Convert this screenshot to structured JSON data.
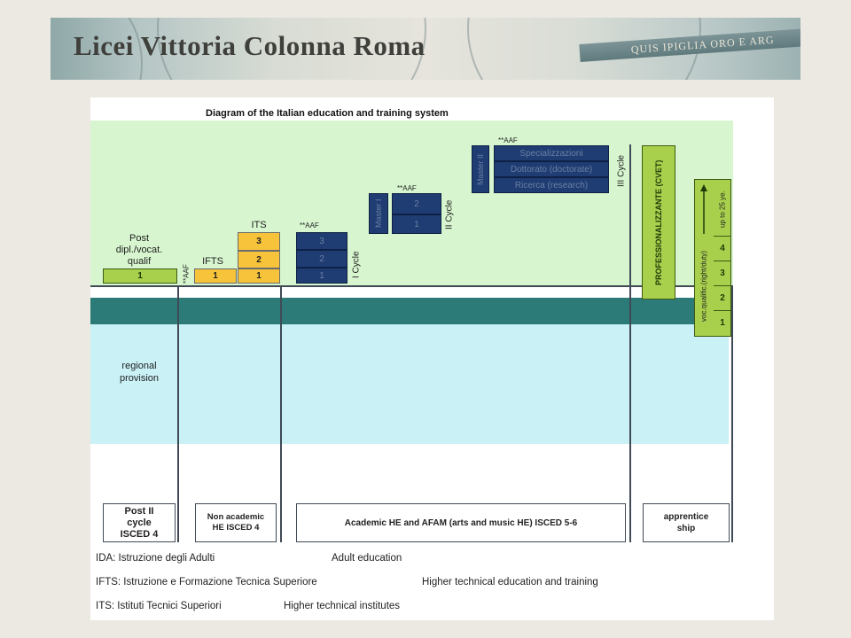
{
  "banner": {
    "title": "Licei Vittoria Colonna  Roma",
    "motto": "QUIS IPIGLIA ORO E ARG"
  },
  "diagram": {
    "title": "Diagram of the Italian education and training system",
    "post_dipl": {
      "label": "Post\ndipl./vocat.\nqualif",
      "level": "1"
    },
    "aaf_small": "**AAF",
    "ifts": {
      "label": "IFTS",
      "level": "1"
    },
    "its": {
      "label": "ITS",
      "levels": [
        "3",
        "2",
        "1"
      ]
    },
    "first_cycle": {
      "aaf": "**AAF",
      "levels": [
        "3",
        "2",
        "1"
      ],
      "label": "I Cycle"
    },
    "second_cycle": {
      "aaf": "**AAF",
      "master": "Master I",
      "levels": [
        "2",
        "1"
      ],
      "label": "II Cycle"
    },
    "third_cycle": {
      "aaf": "**AAF",
      "master": "Master II",
      "rows": [
        "Specializzazioni",
        "Dottorato (doctorate)",
        "Ricerca (research)"
      ],
      "label": "III Cycle"
    },
    "vocational": {
      "label": "PROFESSIONALIZZANTE (CVET)"
    },
    "right_duty": {
      "arrow_label": "up to 25 ye.",
      "vertical_label": "voc.qualific.(right/duty)",
      "levels": [
        "4",
        "3",
        "2",
        "1"
      ]
    },
    "regional": "regional\nprovision",
    "bottom_boxes": {
      "post_ii": "Post II\ncycle\nISCED 4",
      "non_academic": "Non academic\nHE ISCED 4",
      "academic": "Academic HE and AFAM (arts and music HE) ISCED 5-6",
      "apprenticeship": "apprentice\nship"
    },
    "legend": [
      {
        "abbr": "IDA: Istruzione degli Adulti",
        "english": "Adult education"
      },
      {
        "abbr": "IFTS: Istruzione e Formazione Tecnica Superiore",
        "english": "Higher technical education and training"
      },
      {
        "abbr": "ITS: Istituti Tecnici Superiori",
        "english": "Higher technical institutes"
      }
    ]
  },
  "colors": {
    "background": "#ebe9e2",
    "green_area": "#d7f6cf",
    "cyan_area": "#c9f1f6",
    "band": "#2d7b78",
    "navy_blocks": "#1f3d72",
    "orange_blocks": "#f6c33a",
    "lime_blocks": "#a8d04d"
  }
}
